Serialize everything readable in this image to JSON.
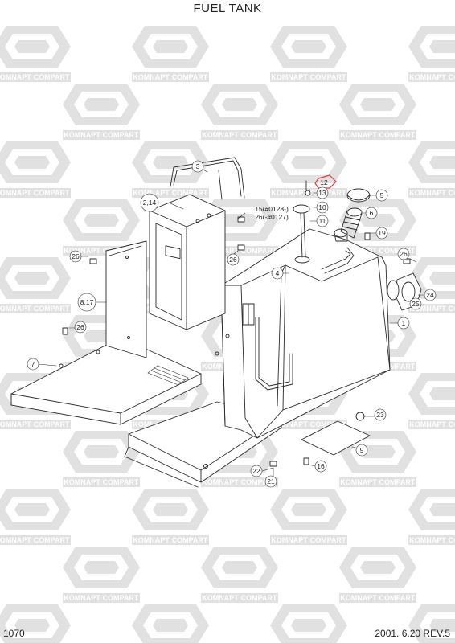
{
  "title": "FUEL TANK",
  "page_number": "1070",
  "revision_date": "2001. 6.20 REV.5",
  "watermark": {
    "left_word": "KOMNAPT",
    "right_word": "COMPART"
  },
  "callouts": [
    {
      "id": "c1",
      "label": "1"
    },
    {
      "id": "c2",
      "label": "2,14"
    },
    {
      "id": "c3",
      "label": "3"
    },
    {
      "id": "c4",
      "label": "4"
    },
    {
      "id": "c5",
      "label": "5"
    },
    {
      "id": "c6",
      "label": "6"
    },
    {
      "id": "c7",
      "label": "7"
    },
    {
      "id": "c8",
      "label": "8,17"
    },
    {
      "id": "c9",
      "label": "9"
    },
    {
      "id": "c10",
      "label": "10"
    },
    {
      "id": "c11",
      "label": "11"
    },
    {
      "id": "c12",
      "label": "12"
    },
    {
      "id": "c13",
      "label": "13"
    },
    {
      "id": "c15",
      "label": "15(#0128-)"
    },
    {
      "id": "c15b",
      "label": "26(-#0127)"
    },
    {
      "id": "c16",
      "label": "16"
    },
    {
      "id": "c19",
      "label": "19"
    },
    {
      "id": "c21",
      "label": "21"
    },
    {
      "id": "c22",
      "label": "22"
    },
    {
      "id": "c23",
      "label": "23"
    },
    {
      "id": "c24",
      "label": "24"
    },
    {
      "id": "c25",
      "label": "25"
    },
    {
      "id": "c26a",
      "label": "26"
    },
    {
      "id": "c26b",
      "label": "26"
    },
    {
      "id": "c26c",
      "label": "26"
    },
    {
      "id": "c26d",
      "label": "26"
    }
  ],
  "highlighted_callout": "12",
  "colors": {
    "line": "#2a2a2a",
    "watermark": "#d9d9d9",
    "highlight": "#e53935"
  }
}
